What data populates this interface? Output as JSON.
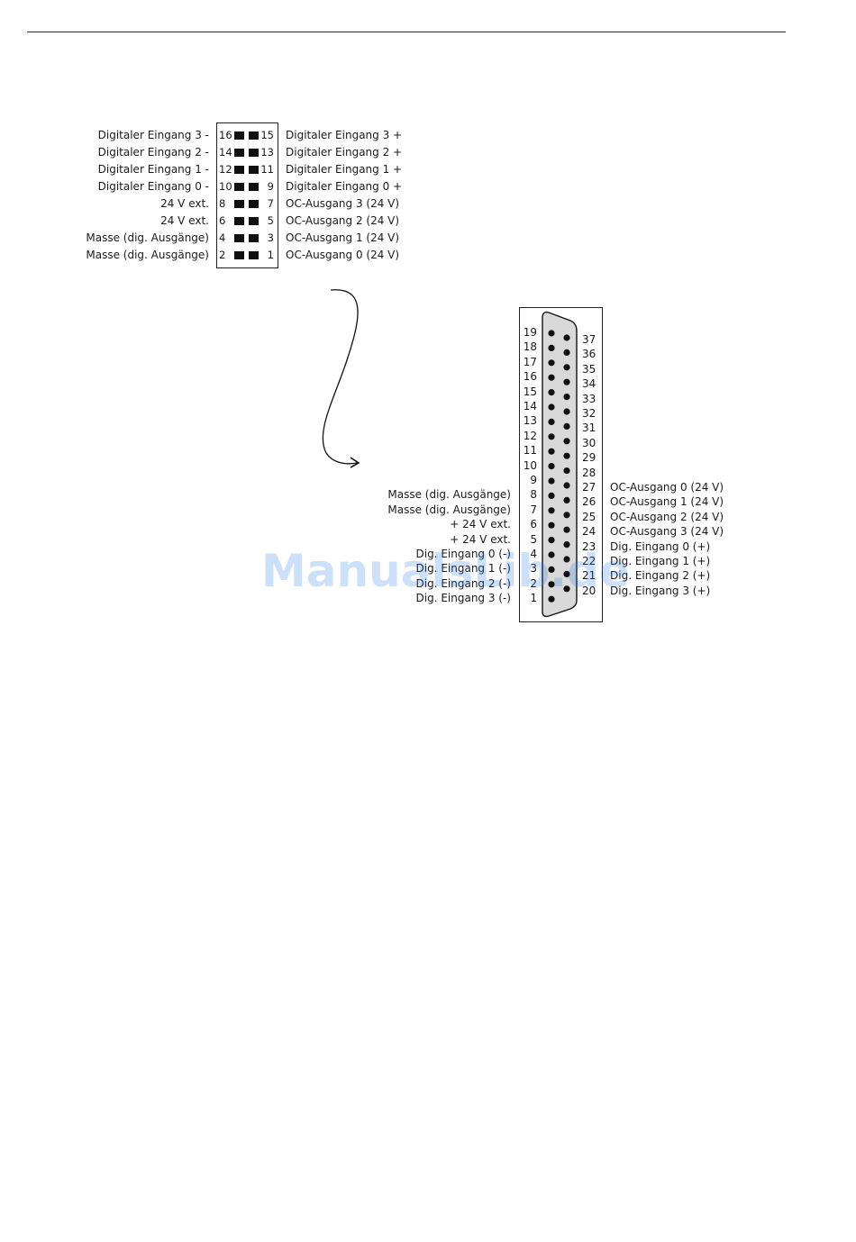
{
  "header_connector": {
    "rows": [
      {
        "left_label": "Digitaler Eingang 3 -",
        "pin_left": "16",
        "pin_right": "15",
        "right_label": "Digitaler Eingang 3 +"
      },
      {
        "left_label": "Digitaler Eingang 2 -",
        "pin_left": "14",
        "pin_right": "13",
        "right_label": "Digitaler Eingang 2 +"
      },
      {
        "left_label": "Digitaler Eingang 1 -",
        "pin_left": "12",
        "pin_right": "11",
        "right_label": "Digitaler Eingang 1 +"
      },
      {
        "left_label": "Digitaler Eingang 0 -",
        "pin_left": "10",
        "pin_right": "9",
        "right_label": "Digitaler Eingang 0 +"
      },
      {
        "left_label": "24 V ext.",
        "pin_left": "8",
        "pin_right": "7",
        "right_label": "OC-Ausgang 3 (24 V)"
      },
      {
        "left_label": "24 V ext.",
        "pin_left": "6",
        "pin_right": "5",
        "right_label": "OC-Ausgang 2 (24 V)"
      },
      {
        "left_label": "Masse (dig. Ausgänge)",
        "pin_left": "4",
        "pin_right": "3",
        "right_label": "OC-Ausgang 1 (24 V)"
      },
      {
        "left_label": "Masse (dig. Ausgänge)",
        "pin_left": "2",
        "pin_right": "1",
        "right_label": "OC-Ausgang 0 (24 V)"
      }
    ]
  },
  "dsub_connector": {
    "left_pins": [
      "19",
      "18",
      "17",
      "16",
      "15",
      "14",
      "13",
      "12",
      "11",
      "10",
      "9",
      "8",
      "7",
      "6",
      "5",
      "4",
      "3",
      "2",
      "1"
    ],
    "right_pins": [
      "37",
      "36",
      "35",
      "34",
      "33",
      "32",
      "31",
      "30",
      "29",
      "28",
      "27",
      "26",
      "25",
      "24",
      "23",
      "22",
      "21",
      "20"
    ],
    "left_signals": [
      {
        "pin": "8",
        "label": "Masse (dig. Ausgänge)"
      },
      {
        "pin": "7",
        "label": "Masse (dig. Ausgänge)"
      },
      {
        "pin": "6",
        "label": "+ 24 V ext."
      },
      {
        "pin": "5",
        "label": "+ 24 V ext."
      },
      {
        "pin": "4",
        "label": "Dig. Eingang 0 (-)"
      },
      {
        "pin": "3",
        "label": "Dig. Eingang 1 (-)"
      },
      {
        "pin": "2",
        "label": "Dig. Eingang 2 (-)"
      },
      {
        "pin": "1",
        "label": "Dig. Eingang 3 (-)"
      }
    ],
    "right_signals": [
      {
        "pin": "27",
        "label": "OC-Ausgang 0 (24 V)"
      },
      {
        "pin": "26",
        "label": "OC-Ausgang 1 (24 V)"
      },
      {
        "pin": "25",
        "label": "OC-Ausgang 2 (24 V)"
      },
      {
        "pin": "24",
        "label": "OC-Ausgang 3 (24 V)"
      },
      {
        "pin": "23",
        "label": "Dig. Eingang 0 (+)"
      },
      {
        "pin": "22",
        "label": "Dig. Eingang 1 (+)"
      },
      {
        "pin": "21",
        "label": "Dig. Eingang 2 (+)"
      },
      {
        "pin": "20",
        "label": "Dig. Eingang 3 (+)"
      }
    ]
  },
  "watermark": "ManualsLib.de"
}
